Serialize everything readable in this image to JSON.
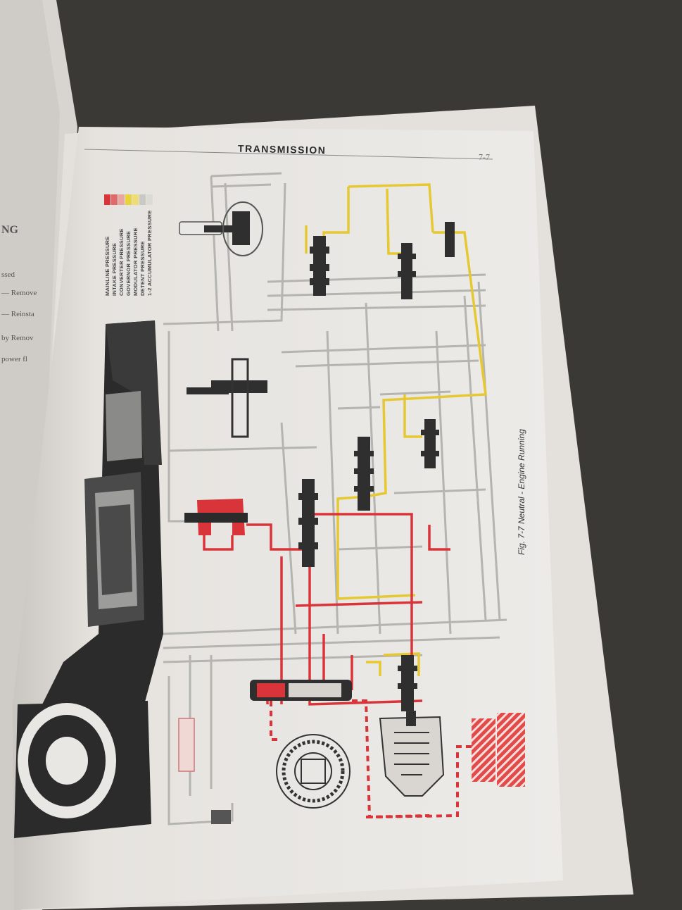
{
  "page": {
    "header_title": "TRANSMISSION",
    "page_number": "7-7",
    "caption": "Fig. 7-7   Neutral - Engine Running"
  },
  "legend": {
    "items": [
      {
        "label": "MAINLINE PRESSURE",
        "color": "#d8343a"
      },
      {
        "label": "INTAKE PRESSURE",
        "color": "#e06a6a"
      },
      {
        "label": "CONVERTER PRESSURE",
        "color": "#e8a7a0"
      },
      {
        "label": "GOVERNOR PRESSURE",
        "color": "#e9d33c"
      },
      {
        "label": "MODULATOR PRESSURE",
        "color": "#eedd77"
      },
      {
        "label": "DETENT PRESSURE",
        "color": "#c9c9c4"
      },
      {
        "label": "1-2 ACCUMULATOR PRESSURE",
        "color": "#dadad6"
      }
    ]
  },
  "colors": {
    "mainline": "#d8343a",
    "governor": "#e6c832",
    "exhaust": "#b9b9b6",
    "transmission_case": "#2b2b2b",
    "paper": "#e9e7e3"
  },
  "left_page_snippets": [
    "NG",
    "ssed",
    "— Remove",
    "— Reinsta",
    "by Remov",
    "power fl"
  ]
}
